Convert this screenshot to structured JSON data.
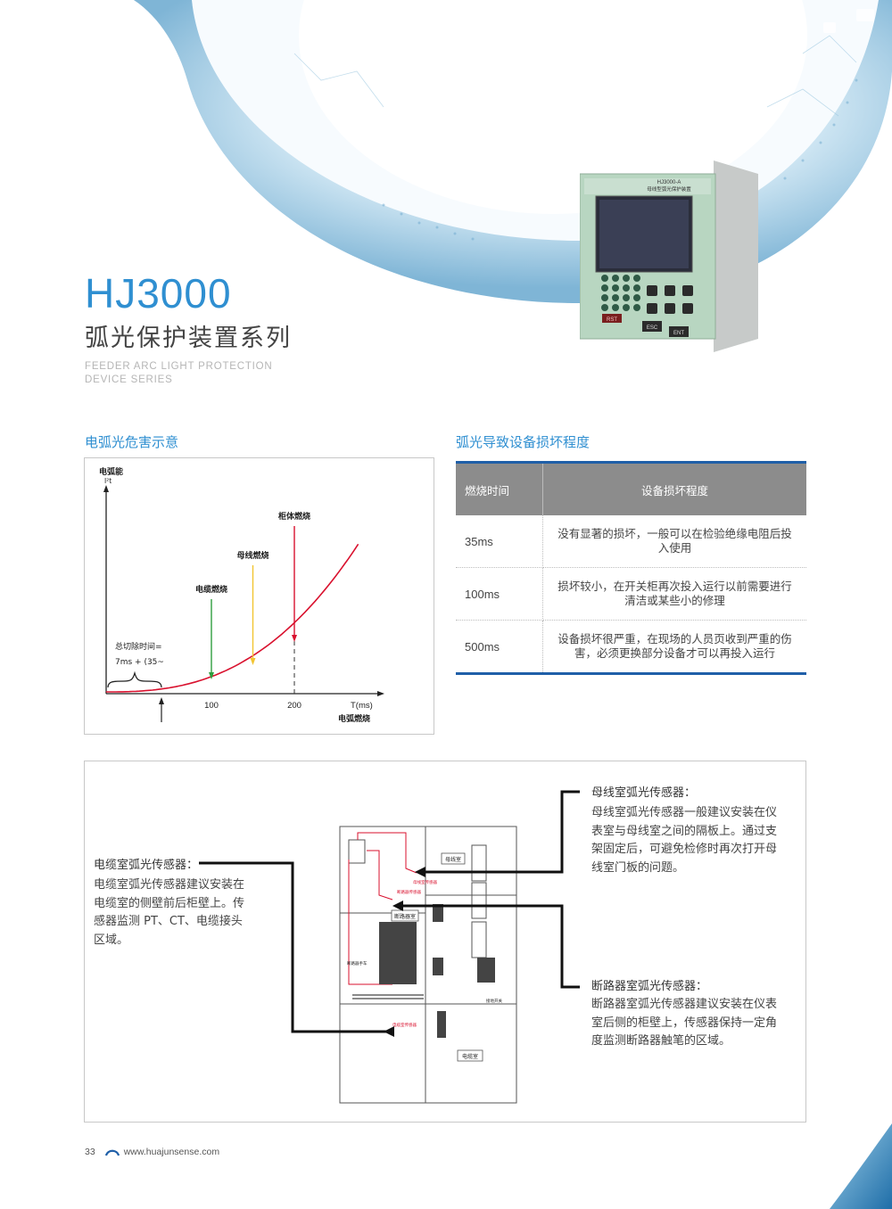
{
  "header": {
    "title_en": "HJ3000",
    "title_cn": "弧光保护装置系列",
    "subtitle_en_line1": "FEEDER ARC LIGHT PROTECTION",
    "subtitle_en_line2": "DEVICE SERIES"
  },
  "device": {
    "model": "HJ3000-A",
    "name": "母线型弧光保护装置",
    "keys": [
      "RST",
      "ESC",
      "ENT"
    ]
  },
  "chart_section": {
    "title": "电弧光危害示意",
    "chart_data": {
      "type": "line",
      "ylabel_line1": "电弧能",
      "ylabel_line2": "I²t",
      "xlabel": "T(ms)",
      "xlabel_sub": "电弧燃烧",
      "x_ticks": [
        "100",
        "200"
      ],
      "annotations": [
        {
          "label": "电缆燃烧",
          "x": 100,
          "color": "#2e9e3e"
        },
        {
          "label": "母线燃烧",
          "x": 150,
          "color": "#f2c431"
        },
        {
          "label": "柜体燃烧",
          "x": 200,
          "color": "#d9112e"
        }
      ],
      "clear_time_line1": "总切除时间=",
      "clear_time_line2": "7ms  +  (35~"
    }
  },
  "table_section": {
    "title": "弧光导致设备损坏程度",
    "headers": [
      "燃烧时间",
      "设备损坏程度"
    ],
    "rows": [
      {
        "time": "35ms",
        "desc_line1": "没有显著的损坏，一般可以在检验绝缘电阻后投",
        "desc_line2": "入使用"
      },
      {
        "time": "100ms",
        "desc_line1": "损坏较小，在开关柜再次投入运行以前需要进行",
        "desc_line2": "清洁或某些小的修理"
      },
      {
        "time": "500ms",
        "desc_line1": "设备损坏很严重，在现场的人员页收到严重的伤",
        "desc_line2": "害，必须更换部分设备才可以再投入运行"
      }
    ]
  },
  "sensors": {
    "busbar": {
      "title": "母线室弧光传感器：",
      "lines": [
        "母线室弧光传感器一般建议安装在仪",
        "表室与母线室之间的隔板上。通过支",
        "架固定后，可避免检修时再次打开母",
        "线室门板的问题。"
      ]
    },
    "cable": {
      "title": "电缆室弧光传感器：",
      "lines": [
        "电缆室弧光传感器建议安装在",
        "电缆室的侧壁前后柜壁上。传",
        "感器监测 PT、CT、电缆接头",
        "区域。"
      ]
    },
    "breaker": {
      "title": "断路器室弧光传感器：",
      "lines": [
        "断路器室弧光传感器建议安装在仪表",
        "室后侧的柜壁上，传感器保持一定角",
        "度监测断路器触笔的区域。"
      ]
    },
    "diagram_labels": {
      "busbar_room": "母线室",
      "breaker_room": "断路器室",
      "cable_room": "电缆室",
      "sensor_1": "母线室传感器",
      "sensor_2": "断路器传感器",
      "sensor_3": "电缆室传感器",
      "handcart": "断路器手车",
      "ground_switch": "接地开关"
    }
  },
  "footer": {
    "page": "33",
    "url": "www.huajunsense.com"
  },
  "colors": {
    "accent": "#2f8fd1",
    "table_rule": "#1f5fa8",
    "curve": "#d9112e"
  }
}
